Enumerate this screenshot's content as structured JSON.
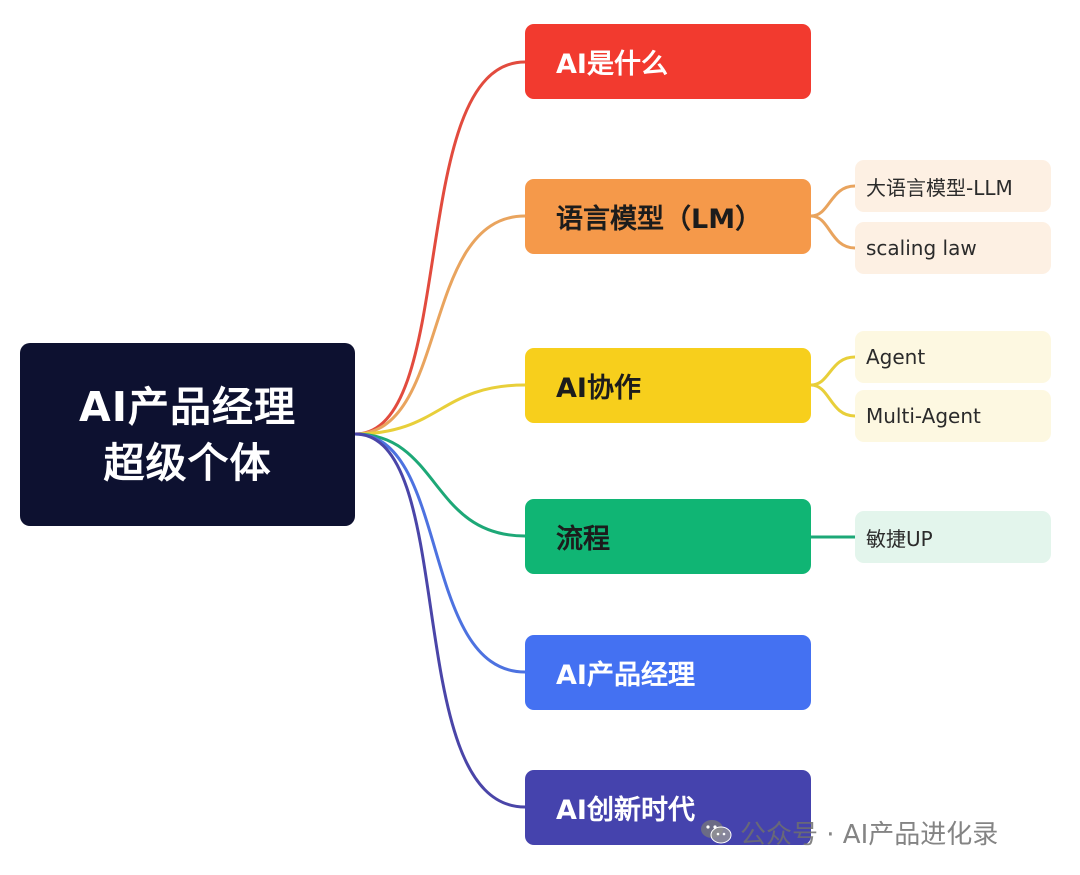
{
  "root": {
    "line1": "AI产品经理",
    "line2": "超级个体"
  },
  "branches": [
    {
      "label": "AI是什么",
      "color": "#f23a2f",
      "children": []
    },
    {
      "label": "语言模型（LM）",
      "color": "#f5994a",
      "children": [
        "大语言模型-LLM",
        "scaling law"
      ]
    },
    {
      "label": "AI协作",
      "color": "#f7cf1c",
      "children": [
        "Agent",
        "Multi-Agent"
      ]
    },
    {
      "label": "流程",
      "color": "#10b574",
      "children": [
        "敏捷UP"
      ]
    },
    {
      "label": "AI产品经理",
      "color": "#4471f2",
      "children": []
    },
    {
      "label": "AI创新时代",
      "color": "#4543ad",
      "children": []
    }
  ],
  "watermark": {
    "icon": "wechat-icon",
    "text": "公众号 · AI产品进化录"
  }
}
